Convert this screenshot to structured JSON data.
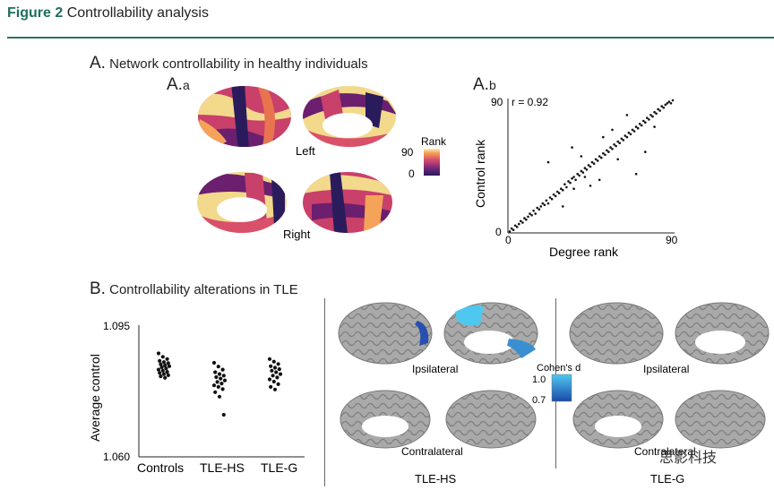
{
  "figure": {
    "label": "Figure 2",
    "title": "Controllability analysis"
  },
  "panelA": {
    "letter": "A.",
    "title": "Network controllability in healthy individuals",
    "sub_a": {
      "letter": "A.",
      "sub": "a"
    },
    "sub_b": {
      "letter": "A.",
      "sub": "b"
    },
    "left_label": "Left",
    "right_label": "Right",
    "colorbar": {
      "title": "Rank",
      "max": "90",
      "min": "0"
    }
  },
  "panelB": {
    "letter": "B.",
    "title": "Controllability alterations in TLE",
    "ipsilateral": "Ipsilateral",
    "contralateral": "Contralateral",
    "group_hs": "TLE-HS",
    "group_g": "TLE-G",
    "cohens": {
      "title": "Cohen's d",
      "max": "1.0",
      "min": "0.7"
    },
    "watermark": "思影科技"
  },
  "chart_data": [
    {
      "type": "scatter",
      "title": "",
      "xlabel": "Degree rank",
      "ylabel": "Control rank",
      "xlim": [
        0,
        90
      ],
      "ylim": [
        0,
        90
      ],
      "x_ticks": [
        "0",
        "90"
      ],
      "y_ticks": [
        "0",
        "90"
      ],
      "annotation": "r = 0.92",
      "points": [
        [
          1,
          1
        ],
        [
          2,
          3
        ],
        [
          3,
          2
        ],
        [
          4,
          5
        ],
        [
          5,
          4
        ],
        [
          6,
          6
        ],
        [
          7,
          8
        ],
        [
          8,
          7
        ],
        [
          9,
          10
        ],
        [
          10,
          9
        ],
        [
          11,
          11
        ],
        [
          12,
          13
        ],
        [
          13,
          12
        ],
        [
          14,
          15
        ],
        [
          15,
          13
        ],
        [
          16,
          17
        ],
        [
          17,
          16
        ],
        [
          18,
          18
        ],
        [
          19,
          20
        ],
        [
          20,
          19
        ],
        [
          21,
          22
        ],
        [
          22,
          20
        ],
        [
          23,
          24
        ],
        [
          24,
          23
        ],
        [
          25,
          26
        ],
        [
          26,
          25
        ],
        [
          27,
          28
        ],
        [
          28,
          27
        ],
        [
          29,
          30
        ],
        [
          30,
          29
        ],
        [
          31,
          33
        ],
        [
          32,
          31
        ],
        [
          33,
          35
        ],
        [
          34,
          34
        ],
        [
          35,
          37
        ],
        [
          36,
          38
        ],
        [
          37,
          36
        ],
        [
          38,
          40
        ],
        [
          39,
          39
        ],
        [
          40,
          42
        ],
        [
          41,
          41
        ],
        [
          42,
          44
        ],
        [
          43,
          43
        ],
        [
          44,
          46
        ],
        [
          45,
          45
        ],
        [
          46,
          48
        ],
        [
          47,
          47
        ],
        [
          48,
          50
        ],
        [
          49,
          49
        ],
        [
          50,
          52
        ],
        [
          51,
          51
        ],
        [
          52,
          54
        ],
        [
          53,
          53
        ],
        [
          54,
          56
        ],
        [
          55,
          55
        ],
        [
          56,
          58
        ],
        [
          57,
          57
        ],
        [
          58,
          60
        ],
        [
          59,
          59
        ],
        [
          60,
          62
        ],
        [
          61,
          61
        ],
        [
          62,
          64
        ],
        [
          63,
          63
        ],
        [
          64,
          66
        ],
        [
          65,
          65
        ],
        [
          66,
          68
        ],
        [
          67,
          67
        ],
        [
          68,
          70
        ],
        [
          69,
          69
        ],
        [
          70,
          72
        ],
        [
          71,
          71
        ],
        [
          72,
          74
        ],
        [
          73,
          73
        ],
        [
          74,
          76
        ],
        [
          75,
          75
        ],
        [
          76,
          78
        ],
        [
          77,
          77
        ],
        [
          78,
          80
        ],
        [
          79,
          79
        ],
        [
          80,
          82
        ],
        [
          81,
          81
        ],
        [
          82,
          84
        ],
        [
          83,
          83
        ],
        [
          84,
          86
        ],
        [
          85,
          85
        ],
        [
          86,
          87
        ],
        [
          87,
          88
        ],
        [
          88,
          89
        ],
        [
          89,
          88
        ],
        [
          90,
          90
        ],
        [
          22,
          48
        ],
        [
          35,
          58
        ],
        [
          42,
          38
        ],
        [
          50,
          36
        ],
        [
          60,
          50
        ],
        [
          70,
          40
        ],
        [
          36,
          30
        ],
        [
          52,
          65
        ],
        [
          65,
          80
        ],
        [
          40,
          52
        ],
        [
          30,
          18
        ],
        [
          57,
          70
        ],
        [
          75,
          55
        ],
        [
          80,
          72
        ],
        [
          45,
          32
        ]
      ]
    },
    {
      "type": "scatter",
      "title": "",
      "xlabel": "",
      "ylabel": "Average control",
      "categories": [
        "Controls",
        "TLE-HS",
        "TLE-G"
      ],
      "ylim": [
        1.06,
        1.095
      ],
      "y_ticks": [
        "1.095",
        "1.060"
      ],
      "series": [
        {
          "values": [
            1.0875,
            1.0866,
            1.086,
            1.0855,
            1.0852,
            1.0849,
            1.0846,
            1.0843,
            1.0841,
            1.0838,
            1.0835,
            1.0832,
            1.0829,
            1.0826,
            1.0823,
            1.082,
            1.0817,
            1.0814,
            1.081
          ]
        },
        {
          "values": [
            1.085,
            1.084,
            1.0832,
            1.0825,
            1.082,
            1.0816,
            1.0812,
            1.0808,
            1.0803,
            1.0799,
            1.0795,
            1.079,
            1.0786,
            1.078,
            1.0772,
            1.076,
            1.0712
          ]
        },
        {
          "values": [
            1.086,
            1.0853,
            1.0847,
            1.0841,
            1.0837,
            1.0833,
            1.0829,
            1.0825,
            1.082,
            1.0816,
            1.0811,
            1.0806,
            1.08,
            1.0793,
            1.0786,
            1.0779
          ]
        }
      ]
    }
  ]
}
